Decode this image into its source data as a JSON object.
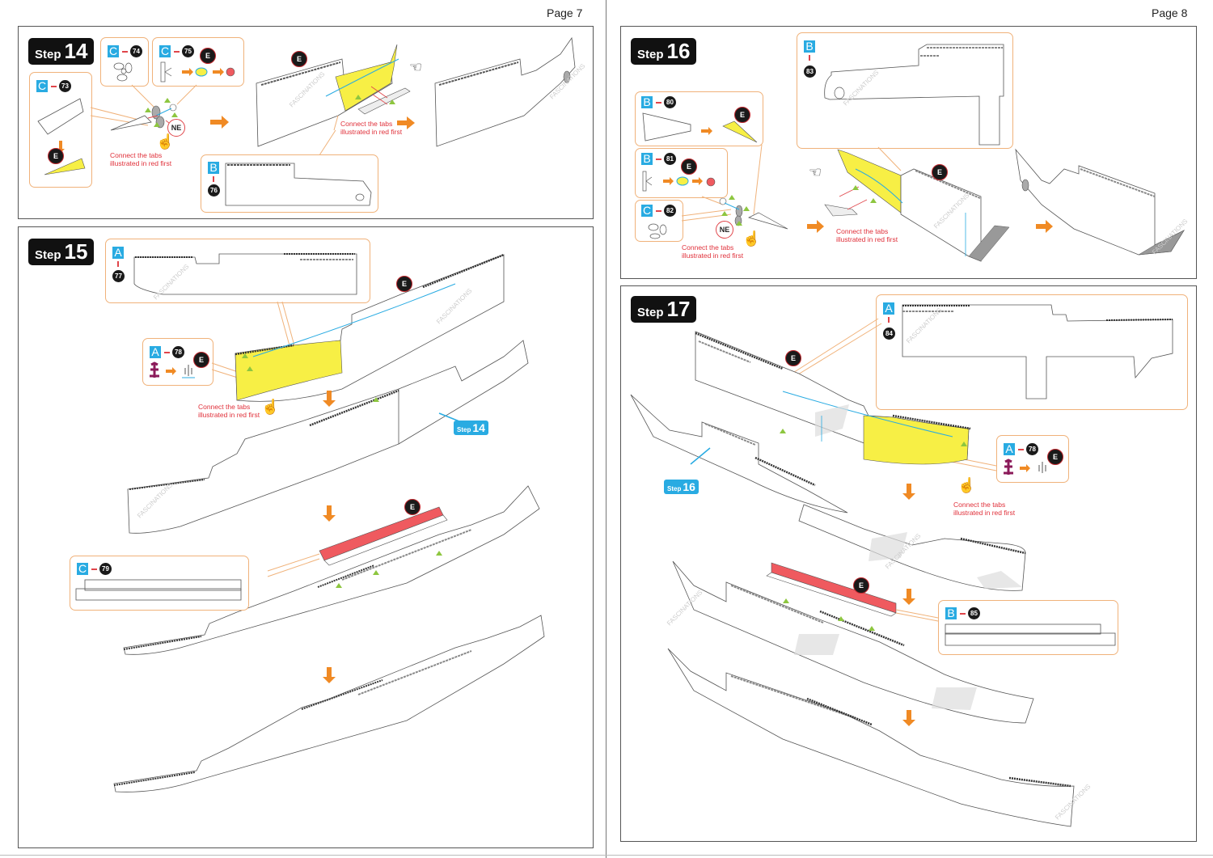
{
  "pages": {
    "left": {
      "label": "Page 7"
    },
    "right": {
      "label": "Page 8"
    }
  },
  "steps": {
    "s14": {
      "word": "Step",
      "number": "14",
      "callouts": {
        "c73": {
          "sheet": "C",
          "part": "73"
        },
        "c74": {
          "sheet": "C",
          "part": "74"
        },
        "c75": {
          "sheet": "C",
          "part": "75"
        },
        "b76": {
          "sheet": "B",
          "part": "76"
        }
      },
      "note1": [
        "Connect the tabs",
        "illustrated in red first"
      ],
      "note2": [
        "Connect the tabs",
        "illustrated in red first"
      ]
    },
    "s15": {
      "word": "Step",
      "number": "15",
      "callouts": {
        "a77": {
          "sheet": "A",
          "part": "77"
        },
        "a78": {
          "sheet": "A",
          "part": "78"
        },
        "c79": {
          "sheet": "C",
          "part": "79"
        }
      },
      "note1": [
        "Connect the tabs",
        "illustrated in red first"
      ],
      "ref_tag": {
        "word": "Step",
        "number": "14"
      }
    },
    "s16": {
      "word": "Step",
      "number": "16",
      "callouts": {
        "b80": {
          "sheet": "B",
          "part": "80"
        },
        "b81": {
          "sheet": "B",
          "part": "81"
        },
        "c82": {
          "sheet": "C",
          "part": "82"
        },
        "b83": {
          "sheet": "B",
          "part": "83"
        }
      },
      "note1": [
        "Connect the tabs",
        "illustrated in red first"
      ],
      "note2": [
        "Connect the tabs",
        "illustrated in red first"
      ]
    },
    "s17": {
      "word": "Step",
      "number": "17",
      "callouts": {
        "a84": {
          "sheet": "A",
          "part": "84"
        },
        "a78": {
          "sheet": "A",
          "part": "78"
        },
        "b85": {
          "sheet": "B",
          "part": "85"
        }
      },
      "note1": [
        "Connect the tabs",
        "illustrated in red first"
      ],
      "ref_tag": {
        "word": "Step",
        "number": "16"
      }
    }
  },
  "markers": {
    "e": "E",
    "ne": "NE"
  },
  "watermark": "FASCINATIONS",
  "colors": {
    "accent_orange": "#f08a24",
    "sheet_blue": "#29abe2",
    "highlight_yellow": "#f7ef45",
    "strip_red": "#ef5a5f",
    "note_red": "#e0303a",
    "tab_green": "#8dc63f"
  }
}
